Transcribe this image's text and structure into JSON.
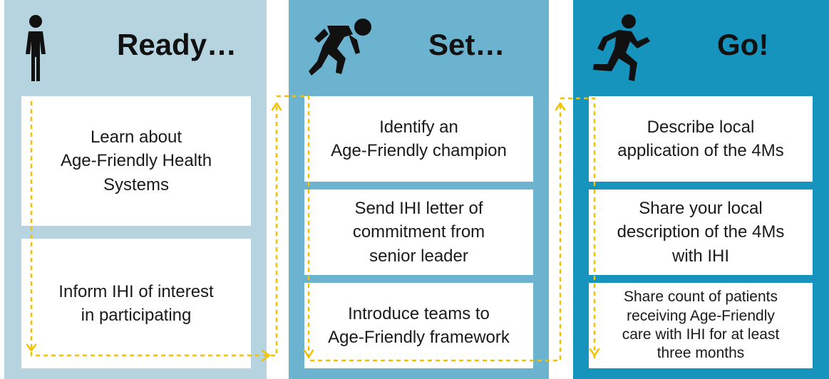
{
  "columns": [
    {
      "title": "Ready…",
      "icon": "standing-person-icon",
      "steps": [
        "Learn about\nAge-Friendly Health\nSystems",
        "Inform IHI of interest\nin participating"
      ]
    },
    {
      "title": "Set…",
      "icon": "crouching-runner-icon",
      "steps": [
        "Identify an\nAge-Friendly champion",
        "Send IHI letter of\ncommitment from\nsenior leader",
        "Introduce teams to\nAge-Friendly framework"
      ]
    },
    {
      "title": "Go!",
      "icon": "running-person-icon",
      "steps": [
        "Describe local\napplication of the 4Ms",
        "Share your local\ndescription of the 4Ms\nwith IHI",
        "Share count of patients\nreceiving Age-Friendly\ncare with IHI for at least\nthree months"
      ]
    }
  ],
  "colors": {
    "ready_bg": "#b6d4e0",
    "set_bg": "#6cb3cf",
    "go_bg": "#1694be",
    "arrow": "#f2c200",
    "card": "#ffffff"
  }
}
